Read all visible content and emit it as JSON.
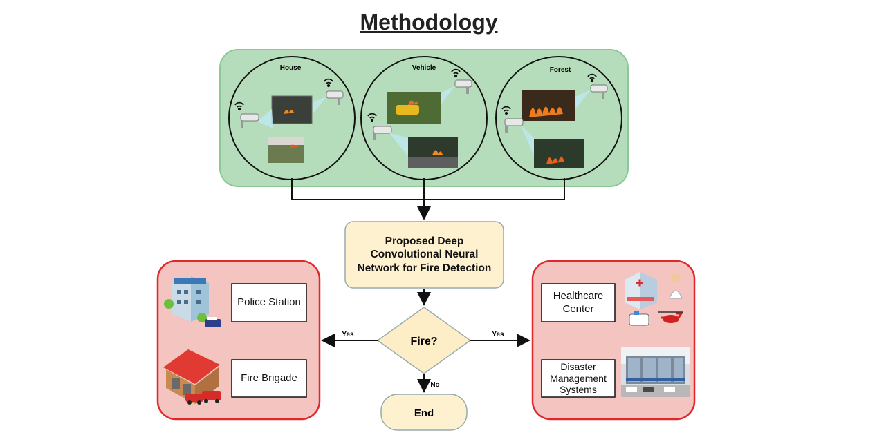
{
  "title": "Methodology",
  "sources": [
    {
      "label": "House"
    },
    {
      "label": "Vehicle"
    },
    {
      "label": "Forest"
    }
  ],
  "cnn_box": {
    "label": "Proposed Deep Convolutional Neural Network for Fire Detection"
  },
  "decision": {
    "label": "Fire?",
    "yes_left": "Yes",
    "yes_right": "Yes",
    "no": "No"
  },
  "end": {
    "label": "End"
  },
  "left_services": [
    {
      "label": "Police Station"
    },
    {
      "label": "Fire Brigade"
    }
  ],
  "right_services": [
    {
      "label": "Healthcare Center"
    },
    {
      "label": "Disaster Management Systems"
    }
  ],
  "colors": {
    "source_panel": "#b5dcbb",
    "source_border": "#8cc896",
    "cnn_fill": "#fdf1cf",
    "decision_fill": "#fdeec8",
    "service_fill": "#f4c4c0",
    "service_border": "#e0282c"
  }
}
